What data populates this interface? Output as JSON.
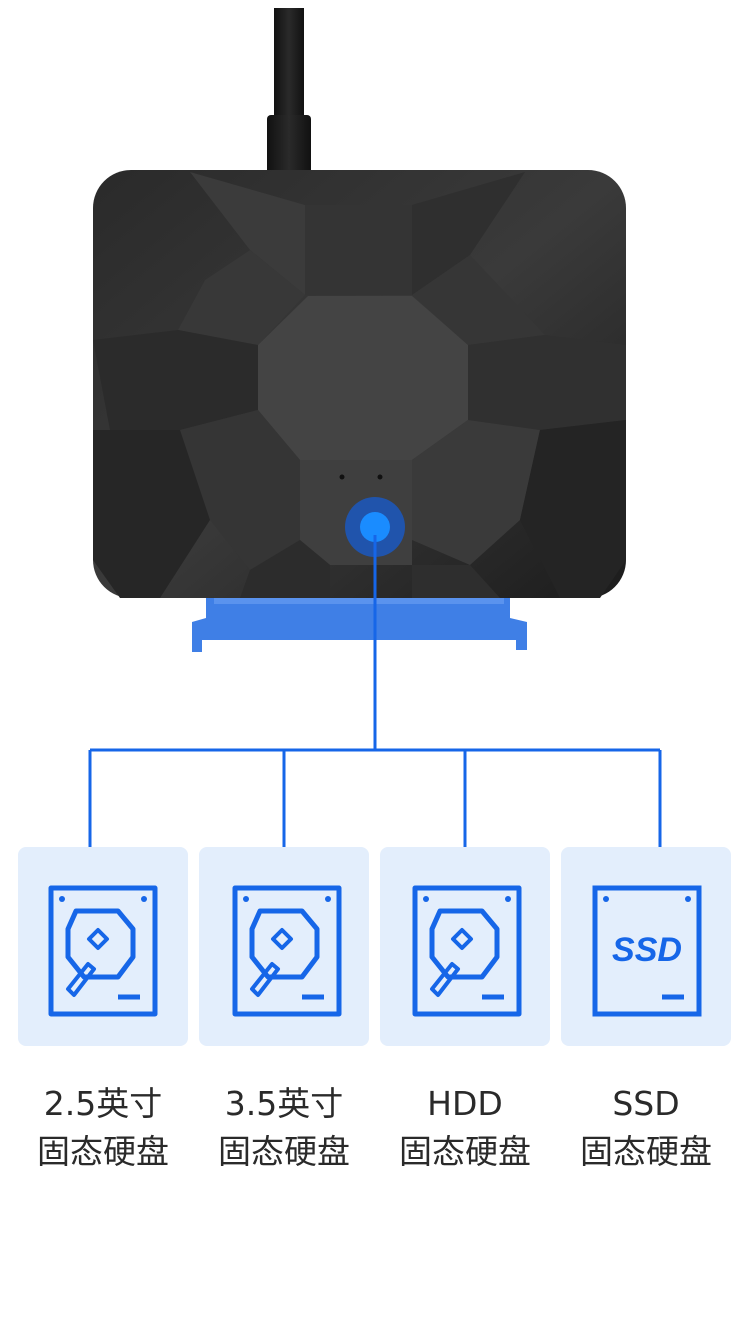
{
  "colors": {
    "accent": "#1666e8",
    "card_bg": "#e3eefc",
    "device_body": "#2e2e2e",
    "connector": "#3f7fe6",
    "caption_text": "#2a2a2a"
  },
  "drives": [
    {
      "icon": "hdd-icon",
      "label_line1": "2.5英寸",
      "label_line2": "固态硬盘"
    },
    {
      "icon": "hdd-icon",
      "label_line1": "3.5英寸",
      "label_line2": "固态硬盘"
    },
    {
      "icon": "hdd-icon",
      "label_line1": "HDD",
      "label_line2": "固态硬盘"
    },
    {
      "icon": "ssd-icon",
      "icon_text": "SSD",
      "label_line1": "SSD",
      "label_line2": "固态硬盘"
    }
  ]
}
